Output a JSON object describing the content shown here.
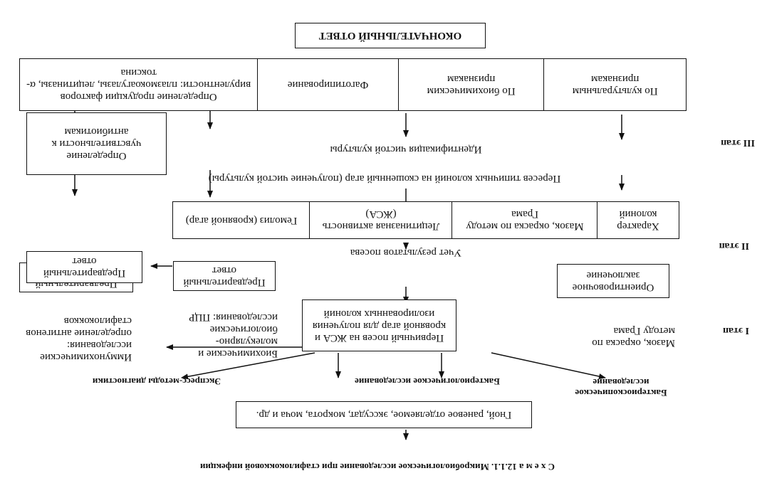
{
  "caption": "С х е м а 12.1.1. Микробиологическое исследование при стафилококковой инфекции",
  "material": "Гной, раневое отделяемое, экссудат, мокрота, моча и др.",
  "branches": {
    "bacterioscopic": "Бактериоскопическое исследование",
    "bacteriologic": "Бактериологическое исследование",
    "express": "Экспресс-методы диагностики"
  },
  "stage_labels": {
    "s1": "I этап",
    "s2": "II этап",
    "s3": "III этап"
  },
  "stage1": {
    "smear": "Мазок, окраска по методу Грама",
    "orient": "Ориентировочное заключение",
    "primary_culture": "Первичный посев на ЖСА и кровяной агар для получения изолированных колоний",
    "biochem": "Биохимические и молекулярно-биологические исследования: ПЦР",
    "prelim_a": "Предварительный ответ",
    "immuno": "Иммунохимические исследования: определение антигенов стафилококков",
    "prelim_b": "Предварительный ответ"
  },
  "stage2": {
    "accounting": "Учет результатов посева",
    "cells": [
      "Характер колоний",
      "Мазок, окраска по методу Грама",
      "Лецитиназная активность (ЖСА)",
      "Гемолиз (кровяной агар)"
    ],
    "prelim_c": "Предварительный ответ"
  },
  "stage3": {
    "reseeding": "Пересев типичных колоний на скошенный агар (получение чистой культуры)",
    "identification": "Идентификация чистой культуры",
    "sensitivity": "Определение чувствительности к антибиотикам",
    "cells": [
      "По культуральным признакам",
      "По биохимическим признакам",
      "Фаготипирование",
      "Определение продукции факторов вирулентности: плазмокоагулазы, лецитиназы, α-токсина"
    ]
  },
  "final": "ОКОНЧАТЕЛЬНЫЙ ОТВЕТ"
}
